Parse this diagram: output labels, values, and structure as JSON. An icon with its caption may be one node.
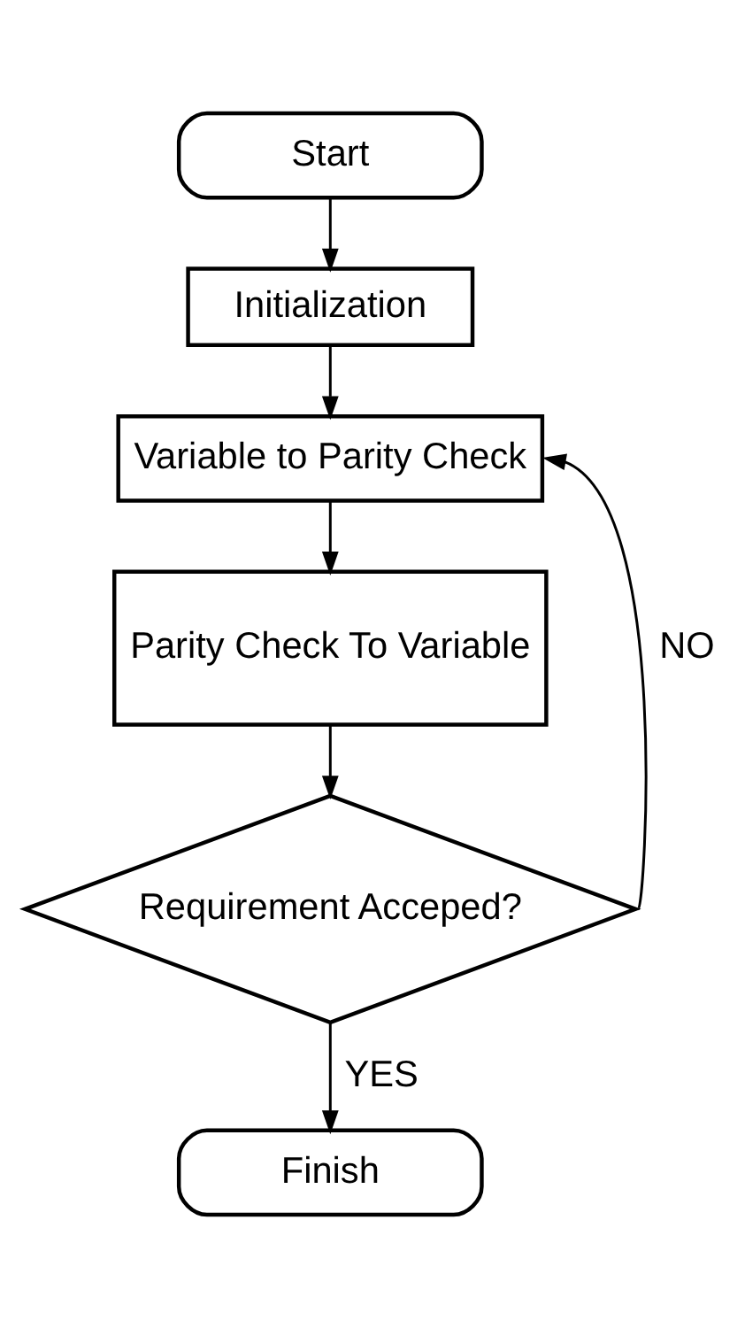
{
  "diagram": {
    "nodes": [
      {
        "text": [
          "Start"
        ]
      },
      {
        "text": [
          "Initialization"
        ]
      },
      {
        "text": [
          "Variable to Parity Check"
        ]
      },
      {
        "text": [
          "Parity Check To Variable"
        ]
      },
      {
        "text": [
          "Requirement Acceped?"
        ]
      },
      {
        "text": [
          "Finish"
        ]
      }
    ],
    "edges": [
      {
        "from": 0,
        "to": 1,
        "arrow": "to"
      },
      {
        "from": 1,
        "to": 2,
        "arrow": "to"
      },
      {
        "from": 2,
        "to": 3,
        "arrow": "to"
      },
      {
        "from": 3,
        "to": 4,
        "arrow": "to"
      },
      {
        "from": 4,
        "to": 2,
        "arrow": "to",
        "label": "NO"
      },
      {
        "from": 4,
        "to": 5,
        "arrow": "to",
        "label": "YES"
      }
    ]
  }
}
